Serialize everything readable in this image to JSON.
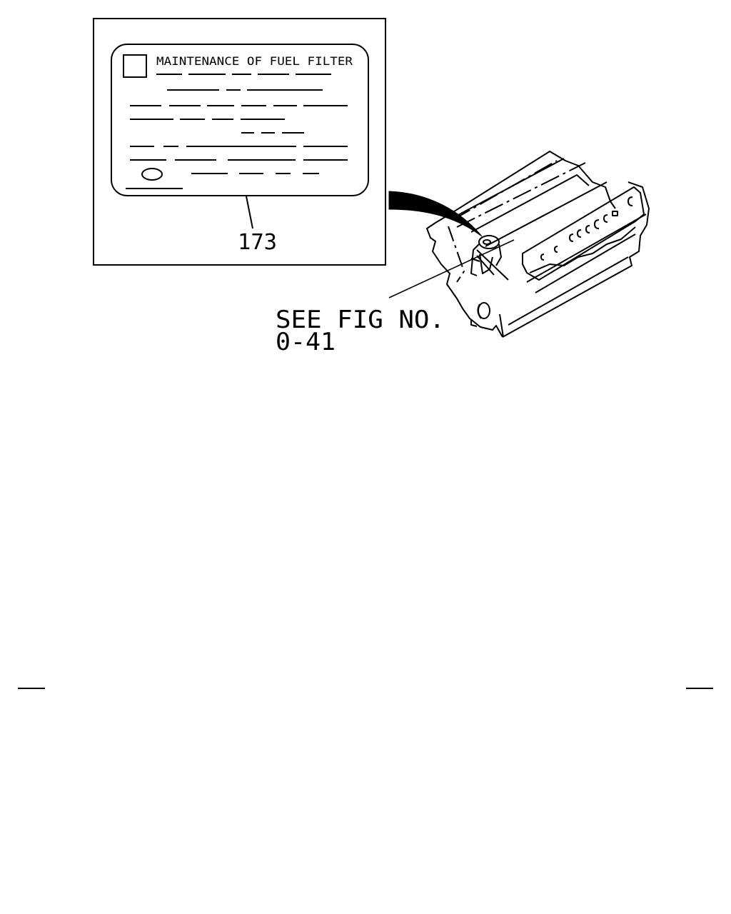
{
  "label": {
    "title": "MAINTENANCE OF FUEL FILTER",
    "part_number": "173"
  },
  "reference": {
    "line1": "SEE FIG NO.",
    "line2": "0-41"
  },
  "colors": {
    "ink": "#000000",
    "paper": "#ffffff"
  }
}
